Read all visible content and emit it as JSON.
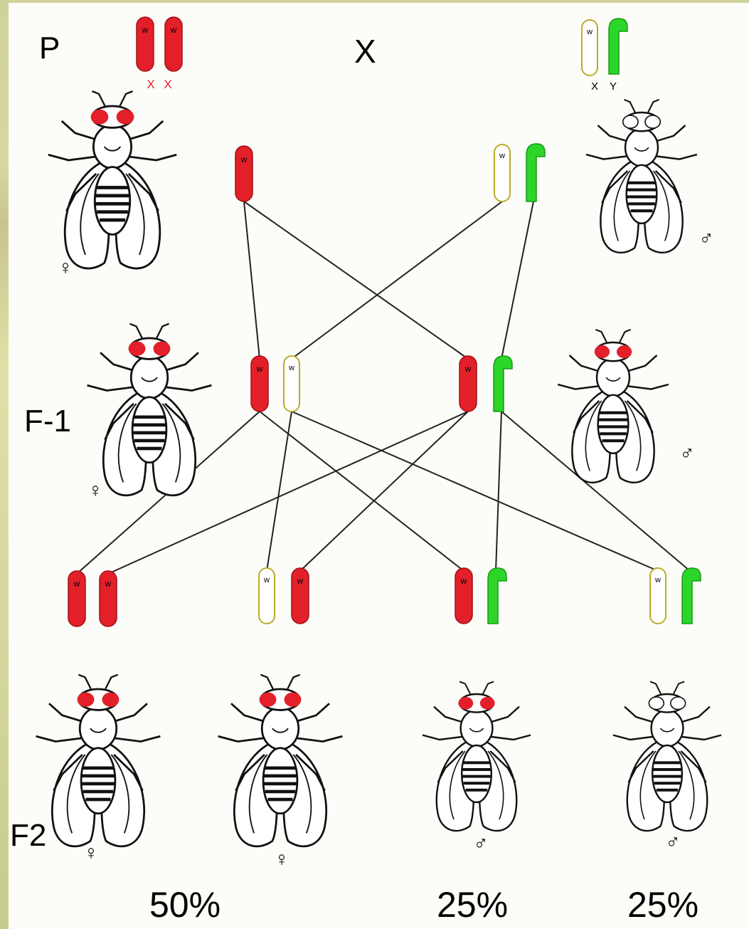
{
  "generations": {
    "p": "P",
    "f1": "F-1",
    "f2": "F2"
  },
  "cross_symbol": "X",
  "chromosome": {
    "allele": "w",
    "x_label": "X",
    "y_label": "Y"
  },
  "sex_symbols": {
    "female": "♀",
    "male": "♂"
  },
  "percentages": {
    "females": "50%",
    "red_eyed_males": "25%",
    "white_eyed_males": "25%"
  },
  "colors": {
    "red_chromosome": "#e3202a",
    "white_chromosome_border": "#b9ac2a",
    "y_chromosome": "#2cd629",
    "red_eye": "#e3202a",
    "x_label_color": "#e3202a"
  }
}
